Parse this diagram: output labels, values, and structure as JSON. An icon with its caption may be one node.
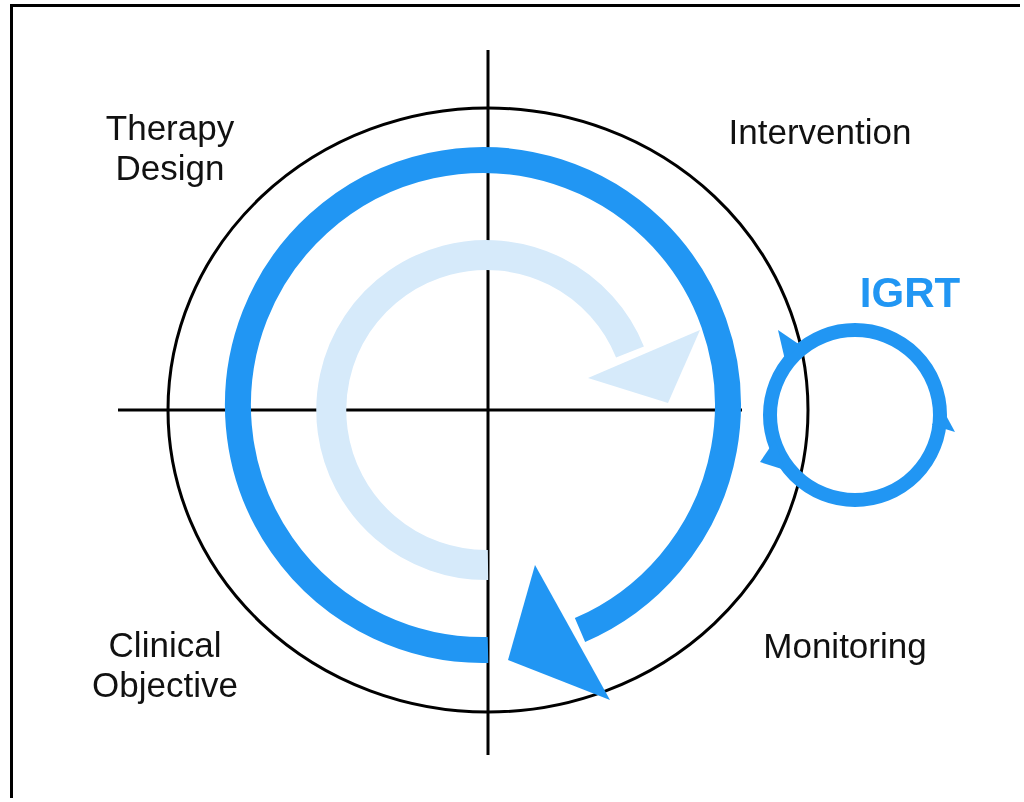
{
  "diagram": {
    "labels": [
      "Therapy Design",
      "Intervention",
      "IGRT",
      "Clinical Objective",
      "Monitoring"
    ]
  }
}
